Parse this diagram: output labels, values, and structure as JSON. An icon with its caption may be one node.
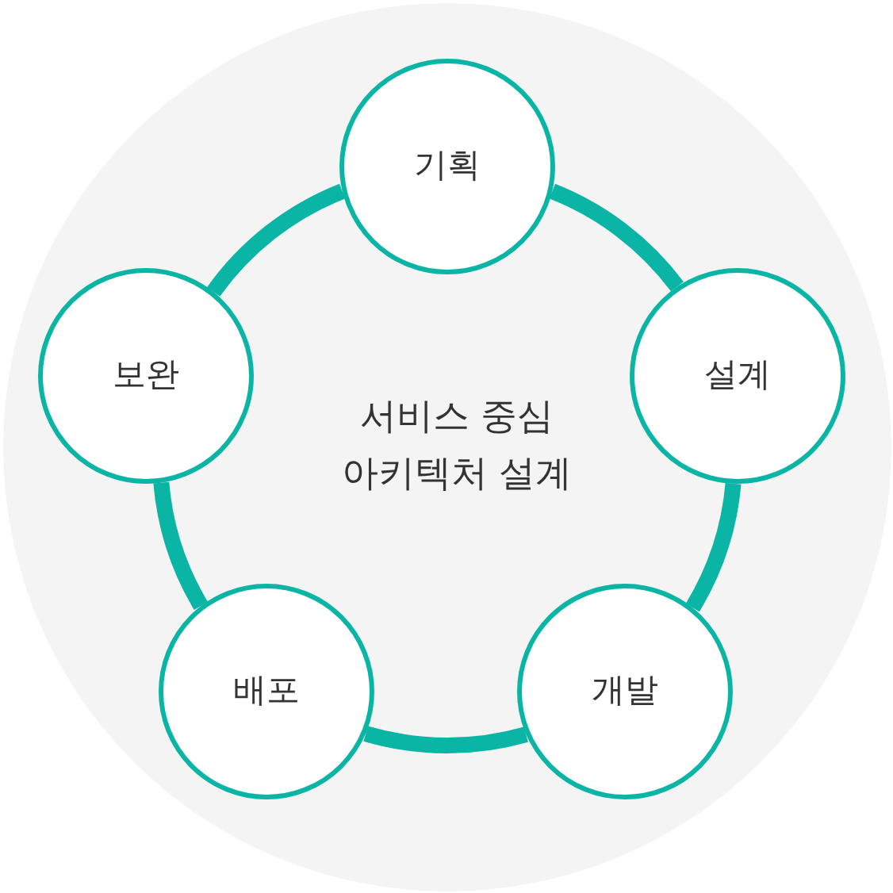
{
  "diagram": {
    "nodes": [
      {
        "text": [
          "서비스 중심 아키텍처 설계"
        ]
      },
      {
        "text": [
          "기획"
        ],
        "in": 0
      },
      {
        "text": [
          "설계"
        ],
        "in": 0
      },
      {
        "text": [
          "개발"
        ],
        "in": 0
      },
      {
        "text": [
          "배포"
        ],
        "in": 0
      },
      {
        "text": [
          "보완"
        ],
        "in": 0
      }
    ],
    "edges": [
      {
        "from": 1,
        "to": 2,
        "arrow": "none"
      },
      {
        "from": 2,
        "to": 3,
        "arrow": "none"
      },
      {
        "from": 3,
        "to": 4,
        "arrow": "none"
      },
      {
        "from": 4,
        "to": 5,
        "arrow": "none"
      },
      {
        "from": 5,
        "to": 1,
        "arrow": "none"
      }
    ]
  }
}
